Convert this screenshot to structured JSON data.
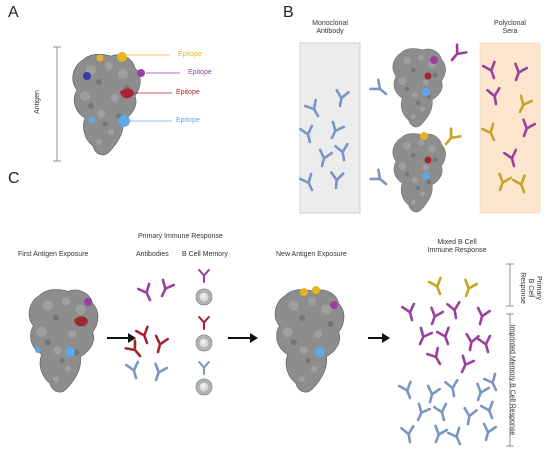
{
  "panels": {
    "a": "A",
    "b": "B",
    "c": "C"
  },
  "panel_a": {
    "antigen_label": "Antigen",
    "epitopes": [
      {
        "label": "Epitope",
        "color": "#e8b520"
      },
      {
        "label": "Epitope",
        "color": "#9b3f9e"
      },
      {
        "label": "Epitope",
        "color": "#b0212f"
      },
      {
        "label": "Epitope",
        "color": "#5fa8e8"
      }
    ]
  },
  "panel_b": {
    "monoclonal_label": "Monoclonal\nAntibody",
    "polyclonal_label": "Polyclonal\nSera"
  },
  "panel_c": {
    "first_exposure": "First Antigen Exposure",
    "primary_response": "Primary Immune Response",
    "antibodies": "Antibodies",
    "b_cell_memory": "B Cell Memory",
    "new_exposure": "New Antigen Exposure",
    "mixed_response": "Mixed B Cell\nImmune Response",
    "primary_b_cell_response": "Primary\nB Cell\nResponse",
    "imprinted_response": "Imprinted Memory B Cell Response"
  },
  "colors": {
    "protein": "#8c8c8c",
    "protein_dark": "#555555",
    "yellow": "#c9a227",
    "purple": "#9b3f9e",
    "red": "#a3262c",
    "blue": "#7b96c2",
    "light_blue": "#5fa8e8",
    "mono_box": "#ececec",
    "poly_box": "#fde6cd"
  }
}
